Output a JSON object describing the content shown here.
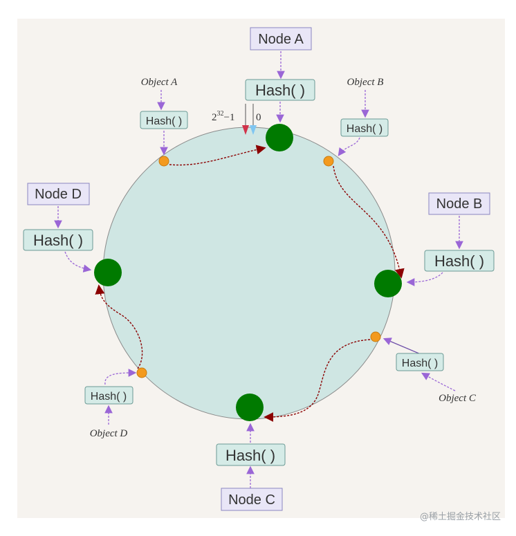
{
  "nodes": {
    "a": "Node A",
    "b": "Node B",
    "c": "Node C",
    "d": "Node D"
  },
  "hash_label": "Hash( )",
  "objects": {
    "a": "Object A",
    "b": "Object B",
    "c": "Object C",
    "d": "Object D"
  },
  "ring": {
    "max_label_base": "2",
    "max_label_exp": "32",
    "max_label_tail": "−1",
    "zero_label": "0"
  },
  "colors": {
    "background": "#f6f3ef",
    "ring_fill": "#cfe6e3",
    "node": "#007a00",
    "object_point": "#f39a1e",
    "hash_box_fill": "#d5ebe7",
    "node_box_fill": "#e9e6f7",
    "arrow": "#9a66d6",
    "path": "#8b0000"
  },
  "watermark": "@稀土掘金技术社区"
}
